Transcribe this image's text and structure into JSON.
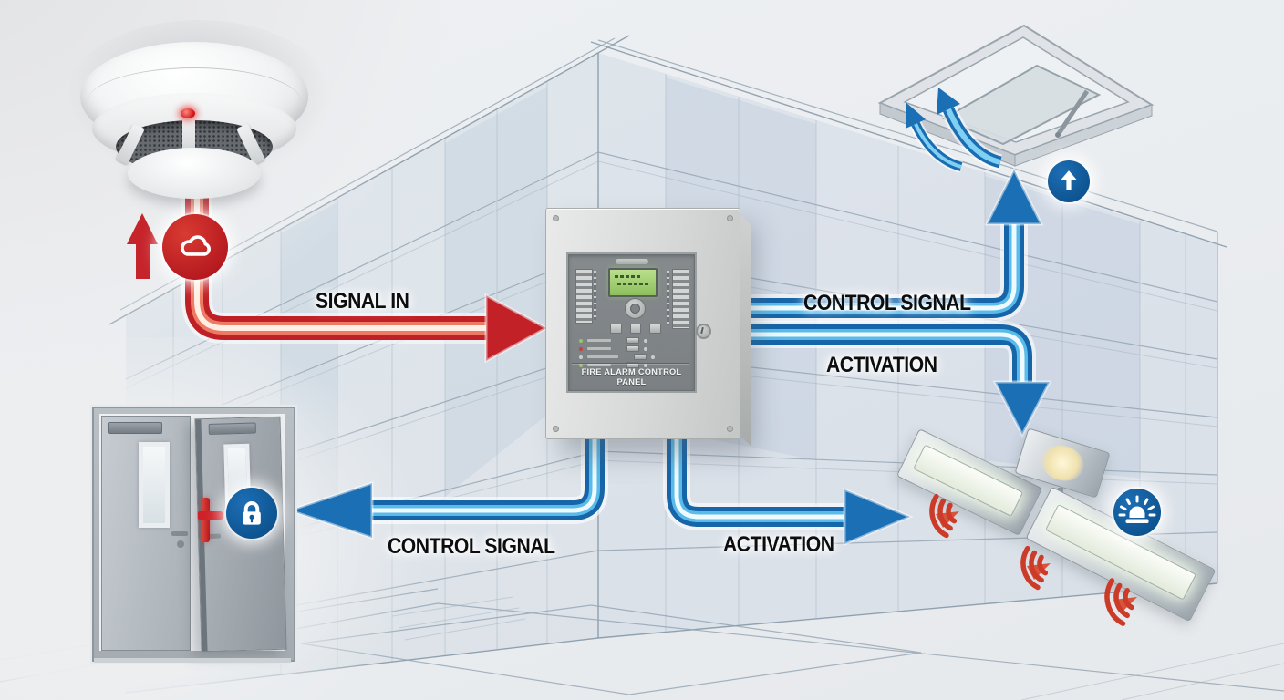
{
  "diagram": {
    "labels": {
      "signal_in": "SIGNAL IN",
      "control_signal_top": "CONTROL SIGNAL",
      "activation_top": "ACTIVATION",
      "control_signal_bottom": "CONTROL SIGNAL",
      "activation_bottom": "ACTIVATION"
    },
    "panel": {
      "title": "FIRE ALARM CONTROL PANEL"
    },
    "icons": {
      "smoke_badge": "cloud-in-red-circle",
      "detector_flow": "red-up-arrow",
      "vent_badge": "up-arrow-in-blue-circle",
      "vent_airflow": "curved-up-arrows",
      "door_badge": "padlock-in-blue-circle",
      "sounder_badge": "alarm-beacon-in-blue-circle",
      "sounder_waves": "red-sound-wave-arcs"
    },
    "colors": {
      "alarm_red": "#c8242a",
      "signal_blue": "#1a6db3",
      "badge_blue": "#0f5ba4",
      "panel_gray": "#82878a",
      "lcd_green": "#a6d079",
      "label_black": "#0d0d0d"
    }
  }
}
